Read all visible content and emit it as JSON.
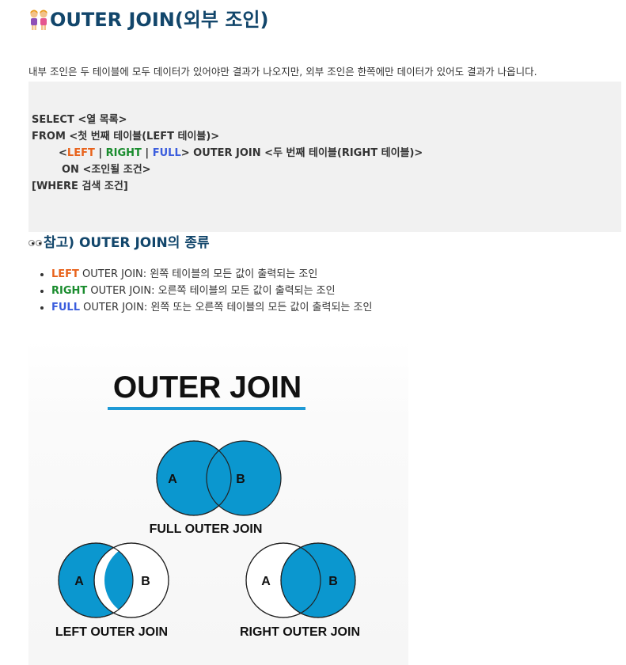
{
  "title": "OUTER JOIN(외부 조인)",
  "title_icon": "two-people-emoji-icon",
  "intro": "내부 조인은 두 테이블에 모두 데이터가 있어야만 결과가 나오지만, 외부 조인은 한쪽에만 데이터가 있어도 결과가 나옵니다.",
  "code": {
    "line1": "SELECT <열 목록>",
    "line2": "FROM <첫 번째 테이블(LEFT 테이블)>",
    "line3_open": "<",
    "line3_left": "LEFT",
    "line3_sep1": " | ",
    "line3_right": "RIGHT",
    "line3_sep2": " | ",
    "line3_full": "FULL",
    "line3_rest": "> OUTER JOIN <두 번째 테이블(RIGHT 테이블)>",
    "line4": "ON <조인될 조건>",
    "line5": "[WHERE 검색 조건]"
  },
  "subhead": "참고) OUTER JOIN의 종류",
  "subhead_icon": "eyes-emoji-icon",
  "types": [
    {
      "keyword": "LEFT",
      "rest": " OUTER JOIN: 왼쪽 테이블의 모든 값이 출력되는 조인"
    },
    {
      "keyword": "RIGHT",
      "rest": " OUTER JOIN: 오른쪽 테이블의 모든 값이 출력되는 조인"
    },
    {
      "keyword": "FULL",
      "rest": " OUTER JOIN: 왼쪽 또는 오른쪽 테이블의 모든 값이 출력되는 조인"
    }
  ],
  "colors": {
    "heading": "#12466b",
    "left": "#e8621b",
    "right": "#1a8c2e",
    "full": "#3b5ddd",
    "venn_fill": "#0b97cf",
    "underline": "#1f9ad6"
  },
  "figure": {
    "heading": "OUTER JOIN",
    "full_caption": "FULL OUTER JOIN",
    "left_caption": "LEFT OUTER JOIN",
    "right_caption": "RIGHT OUTER JOIN",
    "set_a": "A",
    "set_b": "B"
  }
}
